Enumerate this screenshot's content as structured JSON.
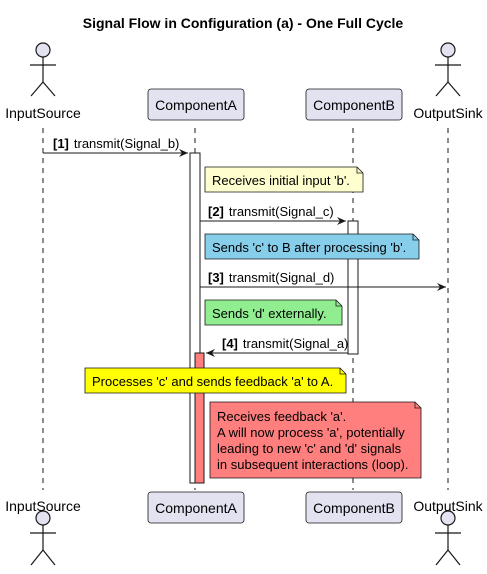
{
  "diagram": {
    "title": "Signal Flow in Configuration (a) - One Full Cycle",
    "participants": {
      "input_source": "InputSource",
      "component_a": "ComponentA",
      "component_b": "ComponentB",
      "output_sink": "OutputSink"
    },
    "messages": [
      {
        "num": "[1]",
        "label": "transmit(Signal_b)"
      },
      {
        "num": "[2]",
        "label": "transmit(Signal_c)"
      },
      {
        "num": "[3]",
        "label": "transmit(Signal_d)"
      },
      {
        "num": "[4]",
        "label": "transmit(Signal_a)"
      }
    ],
    "notes": [
      {
        "lines": [
          "Receives initial input 'b'."
        ]
      },
      {
        "lines": [
          "Sends 'c' to B after processing 'b'."
        ]
      },
      {
        "lines": [
          "Sends 'd' externally."
        ]
      },
      {
        "lines": [
          "Processes 'c' and sends feedback 'a' to A."
        ]
      },
      {
        "lines": [
          "Receives feedback 'a'.",
          "A will now process 'a', potentially",
          "leading to new 'c' and 'd' signals",
          "in subsequent interactions (loop)."
        ]
      }
    ],
    "colors": {
      "participant_fill": "#e2e2f0",
      "participant_border": "#181818",
      "lifeline": "#181818",
      "note_1": "#fefece",
      "note_2": "#87ceeb",
      "note_3": "#90ee90",
      "note_4": "#ffff00",
      "note_5": "#ff7f7f",
      "activation_highlight": "#ff7f7f"
    }
  }
}
